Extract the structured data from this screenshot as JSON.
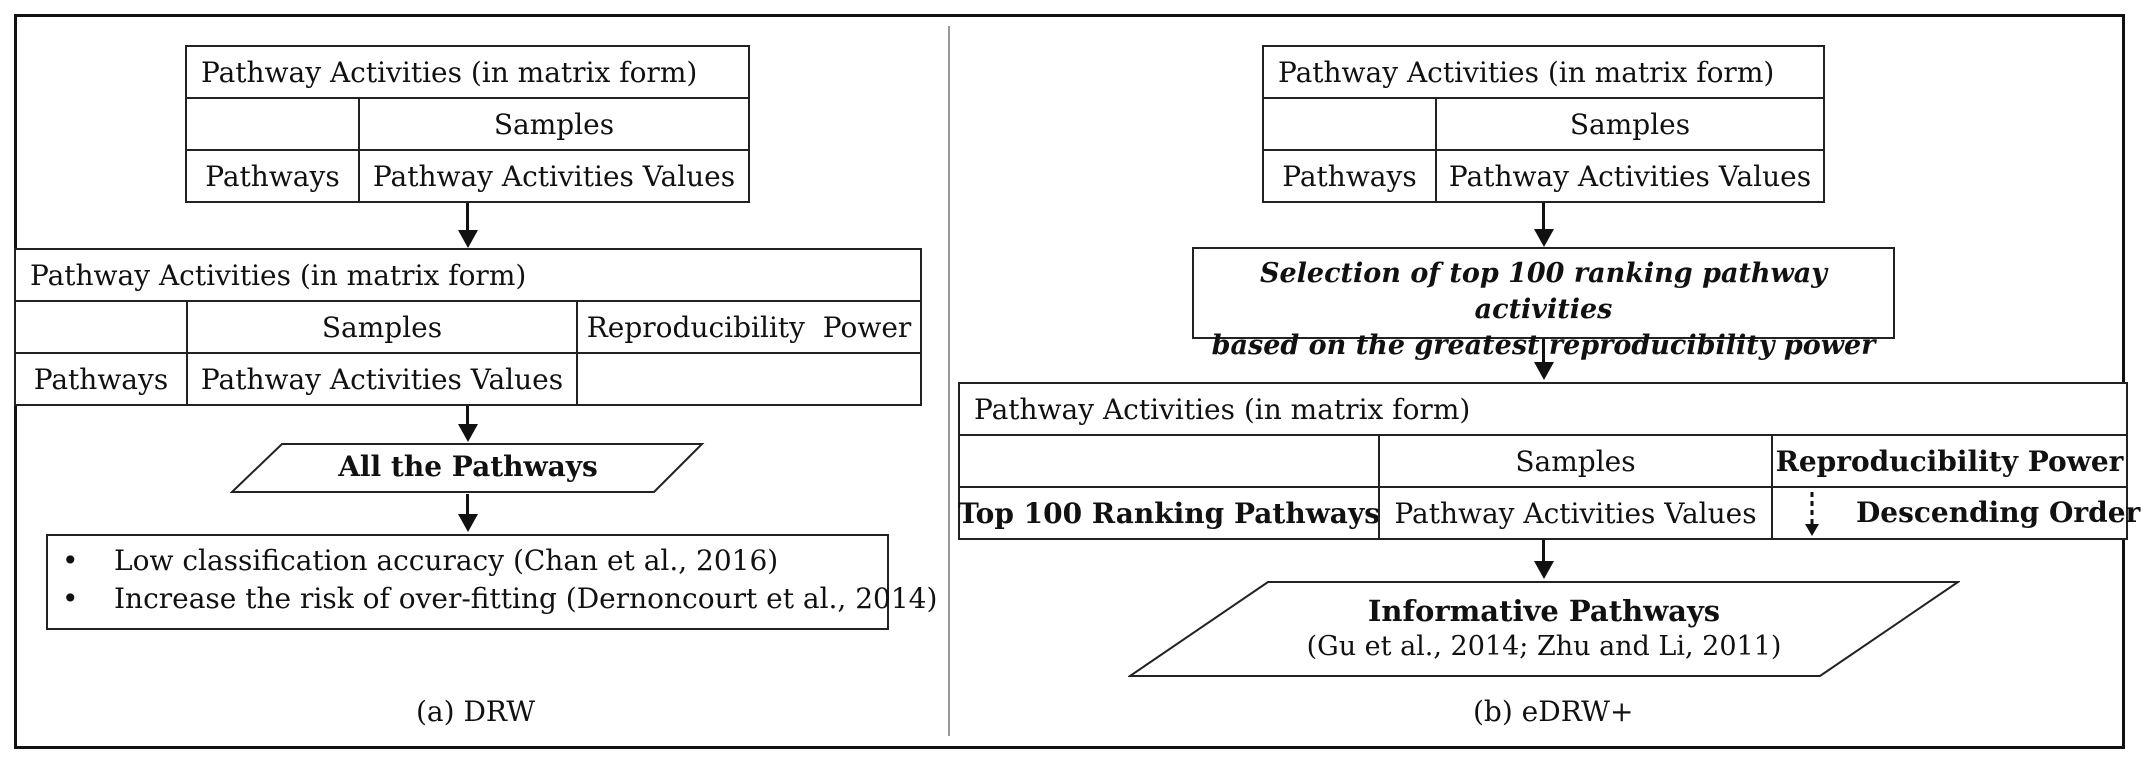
{
  "left_panel": {
    "matrix_top": {
      "title": "Pathway Activities (in matrix form)",
      "col_header": "Samples",
      "row_header": "Pathways",
      "values_label": "Pathway Activities Values"
    },
    "matrix_mid": {
      "title": "Pathway Activities (in matrix form)",
      "col_header": "Samples",
      "extra_col_header": "Reproducibility  Power",
      "row_header": "Pathways",
      "values_label": "Pathway Activities Values"
    },
    "parallelogram_label": "All the Pathways",
    "notes": [
      "Low classification accuracy (Chan et al., 2016)",
      "Increase the risk of over-fitting (Dernoncourt et al., 2014)"
    ],
    "bullet": "•",
    "caption": "(a) DRW"
  },
  "right_panel": {
    "matrix_top": {
      "title": "Pathway Activities (in matrix form)",
      "col_header": "Samples",
      "row_header": "Pathways",
      "values_label": "Pathway Activities Values"
    },
    "selection": {
      "line1": "Selection of top 100 ranking pathway activities",
      "line2": "based on the greatest reproducibility power"
    },
    "matrix_bottom": {
      "title": "Pathway Activities (in matrix form)",
      "col_header": "Samples",
      "extra_col_header": "Reproducibility Power",
      "row_header": "Top 100 Ranking Pathways",
      "values_label": "Pathway Activities Values",
      "order_label": "Descending Order"
    },
    "informative": {
      "title": "Informative Pathways",
      "refs": "(Gu et al., 2014; Zhu and Li, 2011)"
    },
    "caption": "(b) eDRW+"
  }
}
